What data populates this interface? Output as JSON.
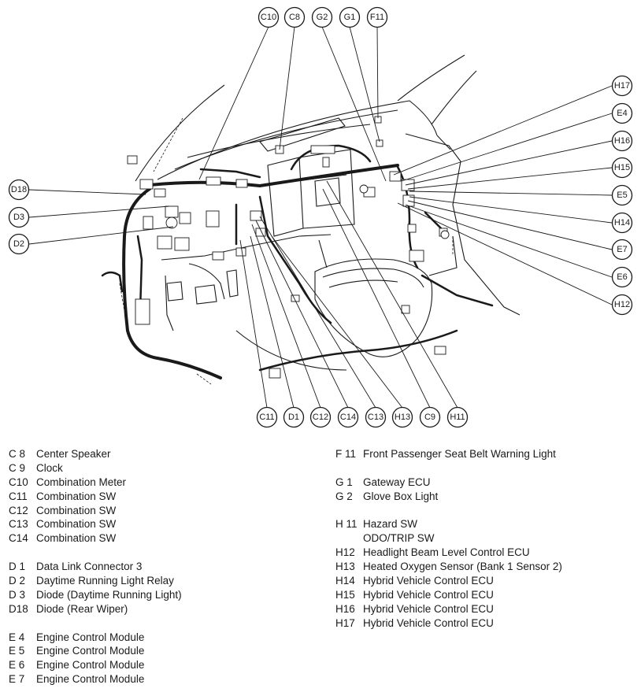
{
  "callouts": {
    "top": [
      "C10",
      "C8",
      "G2",
      "G1",
      "F11"
    ],
    "right": [
      "H17",
      "E4",
      "H16",
      "H15",
      "E5",
      "H14",
      "E7",
      "E6",
      "H12"
    ],
    "left": [
      "D18",
      "D3",
      "D2"
    ],
    "bottom": [
      "C11",
      "D1",
      "C12",
      "C14",
      "C13",
      "H13",
      "C9",
      "H11"
    ]
  },
  "legend": {
    "left": [
      {
        "code": "C  8",
        "desc": "Center Speaker"
      },
      {
        "code": "C  9",
        "desc": "Clock"
      },
      {
        "code": "C10",
        "desc": "Combination Meter"
      },
      {
        "code": "C11",
        "desc": "Combination SW"
      },
      {
        "code": "C12",
        "desc": "Combination SW"
      },
      {
        "code": "C13",
        "desc": "Combination SW"
      },
      {
        "code": "C14",
        "desc": "Combination SW"
      },
      null,
      {
        "code": "D  1",
        "desc": "Data Link Connector 3"
      },
      {
        "code": "D  2",
        "desc": "Daytime Running Light Relay"
      },
      {
        "code": "D  3",
        "desc": "Diode (Daytime Running Light)"
      },
      {
        "code": "D18",
        "desc": "Diode (Rear Wiper)"
      },
      null,
      {
        "code": "E  4",
        "desc": "Engine Control Module"
      },
      {
        "code": "E  5",
        "desc": "Engine Control Module"
      },
      {
        "code": "E  6",
        "desc": "Engine Control Module"
      },
      {
        "code": "E  7",
        "desc": "Engine Control Module"
      }
    ],
    "right": [
      {
        "code": "F 11",
        "desc": "Front Passenger Seat Belt Warning Light"
      },
      null,
      {
        "code": "G  1",
        "desc": "Gateway ECU"
      },
      {
        "code": "G  2",
        "desc": "Glove Box Light"
      },
      null,
      {
        "code": "H 11",
        "desc": "Hazard SW"
      },
      {
        "code": "",
        "desc": "ODO/TRIP SW"
      },
      {
        "code": "H12",
        "desc": "Headlight Beam Level Control ECU"
      },
      {
        "code": "H13",
        "desc": "Heated Oxygen Sensor (Bank 1 Sensor 2)"
      },
      {
        "code": "H14",
        "desc": "Hybrid Vehicle Control ECU"
      },
      {
        "code": "H15",
        "desc": "Hybrid Vehicle Control ECU"
      },
      {
        "code": "H16",
        "desc": "Hybrid Vehicle Control ECU"
      },
      {
        "code": "H17",
        "desc": "Hybrid Vehicle Control ECU"
      }
    ]
  }
}
